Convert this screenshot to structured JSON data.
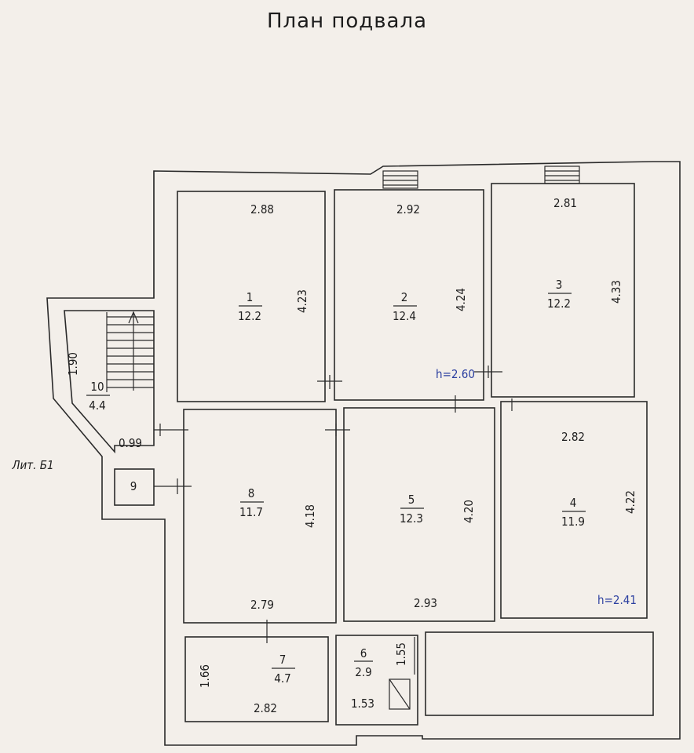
{
  "title": "План подвала",
  "lit_label": "Лит. Б1",
  "rooms": [
    {
      "num": "1",
      "area": "12.2"
    },
    {
      "num": "2",
      "area": "12.4"
    },
    {
      "num": "3",
      "area": "12.2"
    },
    {
      "num": "4",
      "area": "11.9"
    },
    {
      "num": "5",
      "area": "12.3"
    },
    {
      "num": "6",
      "area": "2.9"
    },
    {
      "num": "7",
      "area": "4.7"
    },
    {
      "num": "8",
      "area": "11.7"
    },
    {
      "num": "9",
      "area": ""
    },
    {
      "num": "10",
      "area": "4.4"
    }
  ],
  "dimensions": {
    "r1_w": "2.88",
    "r1_h": "4.23",
    "r2_w": "2.92",
    "r2_h": "4.24",
    "r3_w": "2.81",
    "r3_h": "4.33",
    "r4_w": "2.82",
    "r4_h": "4.22",
    "r5_w": "2.93",
    "r5_h": "4.20",
    "r8_w": "2.79",
    "r8_h": "4.18",
    "r7_w": "2.82",
    "r7_h": "1.66",
    "r6_w": "1.53",
    "r6_h": "1.55",
    "r10_h": "1.90",
    "r10_w": "0.99"
  },
  "heights": {
    "upper": "h=2.60",
    "lower": "h=2.41"
  },
  "colors": {
    "line": "#2a2a2a",
    "annotation": "#2b3fa0",
    "paper": "#f3efea"
  }
}
